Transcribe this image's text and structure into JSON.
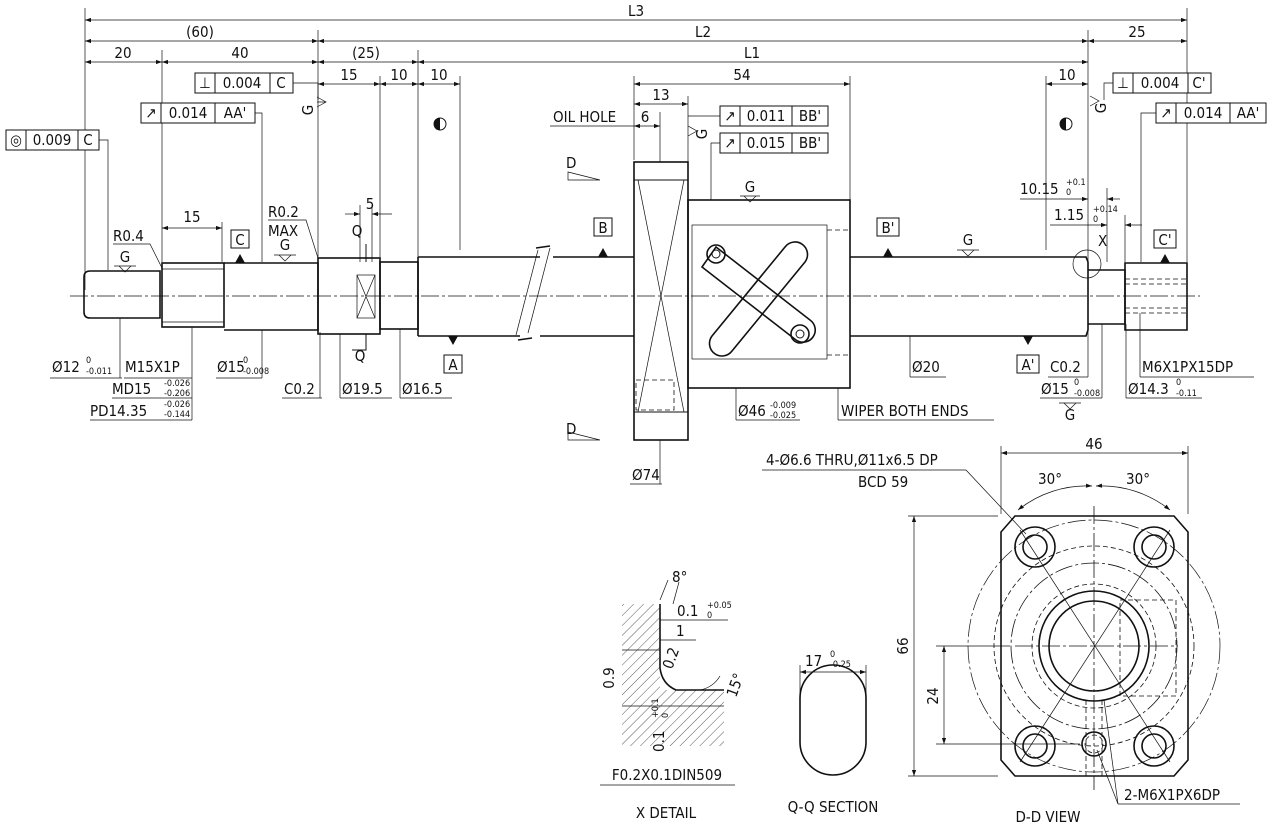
{
  "dims": {
    "L3": "L3",
    "L2": "L2",
    "L1": "L1",
    "d60": "(60)",
    "d25p": "(25)",
    "d20": "20",
    "d40": "40",
    "d25": "25",
    "d15a": "15",
    "d10a": "10",
    "d10b": "10",
    "d54": "54",
    "d10c": "10",
    "d13": "13",
    "d6": "6",
    "d15b": "15",
    "d5": "5",
    "d46": "46",
    "d66": "66",
    "d24": "24",
    "a30a": "30°",
    "a30b": "30°",
    "d10_15": "10.15",
    "d10_15_tol_up": "+0.1",
    "d10_15_tol_lo": "0",
    "d1_15": "1.15",
    "d1_15_tol_up": "+0.14",
    "d1_15_tol_lo": "0"
  },
  "fcf": {
    "perp_left": {
      "sym": "⊥",
      "val": "0.004",
      "ref": "C"
    },
    "runout_left": {
      "sym": "↗",
      "val": "0.014",
      "ref": "AA'"
    },
    "conc_left": {
      "sym": "◎",
      "val": "0.009",
      "ref": "C"
    },
    "runout_bb1": {
      "sym": "↗",
      "val": "0.011",
      "ref": "BB'"
    },
    "runout_bb2": {
      "sym": "↗",
      "val": "0.015",
      "ref": "BB'"
    },
    "perp_right": {
      "sym": "⊥",
      "val": "0.004",
      "ref": "C'"
    },
    "runout_right": {
      "sym": "↗",
      "val": "0.014",
      "ref": "AA'"
    }
  },
  "datums": {
    "C": "C",
    "B": "B",
    "A": "A",
    "Bp": "B'",
    "Ap": "A'",
    "Cp": "C'"
  },
  "labels": {
    "oil_hole": "OIL HOLE",
    "r04": "R0.4",
    "r02": "R0.2",
    "max": "MAX",
    "g": "G",
    "q": "Q",
    "d": "D",
    "x": "X",
    "d12": "Ø12",
    "d12_tol_up": "0",
    "d12_tol_lo": "-0.011",
    "m15": "M15X1P",
    "md15": "MD15",
    "md15_up": "-0.026",
    "md15_lo": "-0.206",
    "pd": "PD14.35",
    "pd_up": "-0.026",
    "pd_lo": "-0.144",
    "d15l": "Ø15",
    "d15l_up": "0",
    "d15l_lo": "-0.008",
    "c02l": "C0.2",
    "d195": "Ø19.5",
    "d165": "Ø16.5",
    "d74": "Ø74",
    "d46n": "Ø46",
    "d46n_up": "-0.009",
    "d46n_lo": "-0.025",
    "wiper": "WIPER BOTH ENDS",
    "d20": "Ø20",
    "c02r": "C0.2",
    "d15r": "Ø15",
    "d15r_up": "0",
    "d15r_lo": "-0.008",
    "d143": "Ø14.3",
    "d143_up": "0",
    "d143_lo": "-0.11",
    "m6": "M6X1PX15DP",
    "holes": "4-Ø6.6 THRU,Ø11x6.5 DP",
    "bcd": "BCD 59",
    "m6x6": "2-M6X1PX6DP",
    "a8": "8°",
    "x01": "0.1",
    "x01_up": "+0.05",
    "x01_lo": "0",
    "x1": "1",
    "x02": "0.2",
    "x09": "0.9",
    "a15": "15°",
    "x01v": "0.1",
    "x01v_up": "+0.1",
    "x01v_lo": "0",
    "din": "F0.2X0.1DIN509",
    "d17": "17",
    "d17_up": "0",
    "d17_lo": "-0.25"
  },
  "titles": {
    "x_detail": "X DETAIL",
    "qq": "Q-Q SECTION",
    "dd": "D-D VIEW"
  }
}
